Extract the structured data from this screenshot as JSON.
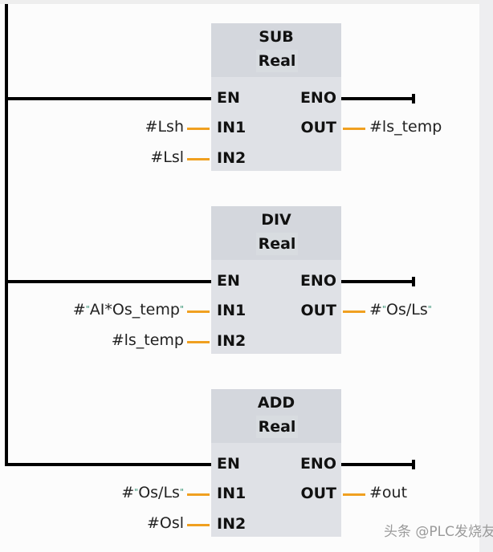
{
  "diagram": {
    "type": "ladder-logic",
    "colors": {
      "rail": "#000000",
      "operand_wire": "#f0a020",
      "block_body": "#dfe1e6",
      "block_header": "#d4d7dd",
      "quote_mark": "#2f8f6f"
    },
    "blocks": [
      {
        "name": "SUB",
        "type": "Real",
        "pins": {
          "en": "EN",
          "eno": "ENO",
          "in1": "IN1",
          "in2": "IN2",
          "out": "OUT"
        },
        "in1": {
          "pre": "#Lsh",
          "quoted": ""
        },
        "in2": {
          "pre": "#Lsl",
          "quoted": ""
        },
        "out": {
          "pre": "#ls_temp",
          "quoted": ""
        }
      },
      {
        "name": "DIV",
        "type": "Real",
        "pins": {
          "en": "EN",
          "eno": "ENO",
          "in1": "IN1",
          "in2": "IN2",
          "out": "OUT"
        },
        "in1": {
          "pre": "#",
          "quoted": "AI*Os_temp"
        },
        "in2": {
          "pre": "#ls_temp",
          "quoted": ""
        },
        "out": {
          "pre": "#",
          "quoted": "Os/Ls"
        }
      },
      {
        "name": "ADD",
        "type": "Real",
        "pins": {
          "en": "EN",
          "eno": "ENO",
          "in1": "IN1",
          "in2": "IN2",
          "out": "OUT"
        },
        "in1": {
          "pre": "#",
          "quoted": "Os/Ls"
        },
        "in2": {
          "pre": "#Osl",
          "quoted": ""
        },
        "out": {
          "pre": "#out",
          "quoted": ""
        }
      }
    ],
    "quote_char": "\""
  },
  "watermark": "头条 @PLC发烧友"
}
